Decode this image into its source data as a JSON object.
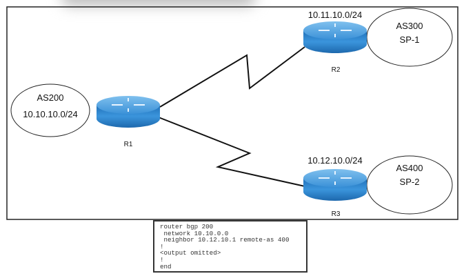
{
  "nodes": {
    "as200": {
      "line1": "AS200",
      "line2": "10.10.10.0/24"
    },
    "as300": {
      "line1": "AS300",
      "line2": "SP-1"
    },
    "as400": {
      "line1": "AS400",
      "line2": "SP-2"
    },
    "r1": {
      "label": "R1"
    },
    "r2": {
      "label": "R2",
      "network": "10.11.10.0/24"
    },
    "r3": {
      "label": "R3",
      "network": "10.12.10.0/24"
    }
  },
  "router_color": "#3a8fd6",
  "config": {
    "lines": [
      "router bgp 200",
      " network 10.10.0.0",
      " neighbor 10.12.10.1 remote-as 400",
      "!",
      "<output omitted>",
      "!",
      "end"
    ]
  }
}
